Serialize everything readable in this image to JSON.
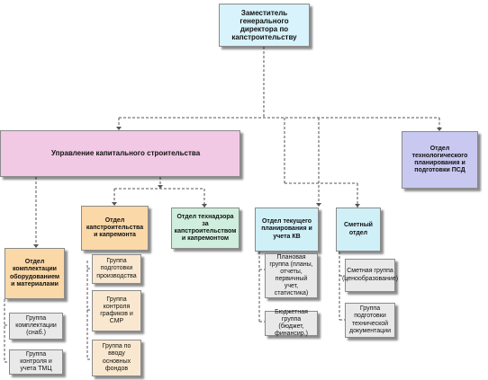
{
  "colors": {
    "top": "#d8f3fb",
    "management": "#f1c9e4",
    "purple": "#c8c8f0",
    "orange_header": "#fbd8a8",
    "orange_sub": "#f9e8cf",
    "green_header": "#cfeedd",
    "cyan_header": "#d0f0f8",
    "gray": "#e9e9e9",
    "line": "#555555"
  },
  "org": {
    "director": "Заместитель генерального директора по капстроительству",
    "management": "Управление капитального строительства",
    "tech_planning": "Отдел технологического планирования и подготовки ПСД",
    "equipment": {
      "title": "Отдел комплектации оборудованием и материалами",
      "groups": [
        "Группа комплектации (снаб.)",
        "Группа контроля и учета ТМЦ"
      ]
    },
    "capital": {
      "title": "Отдел капстроительства и капремонта",
      "groups": [
        "Группа подготовки производства",
        "Группа контроля графиков и СМР",
        "Группа по вводу основных фондов"
      ]
    },
    "supervision": {
      "title": "Отдел технадзора за капстроительством и капремонтом"
    },
    "current_planning": {
      "title": "Отдел текущего планирования и учета КВ",
      "groups": [
        "Плановая группа (планы, отчеты, первичный учет, статистика)",
        "Бюджетная группа (бюджет, финансир.)"
      ]
    },
    "estimate": {
      "title": "Сметный отдел",
      "groups": [
        "Сметная группа (ценообразование)",
        "Группа подготовки технической документации"
      ]
    }
  }
}
